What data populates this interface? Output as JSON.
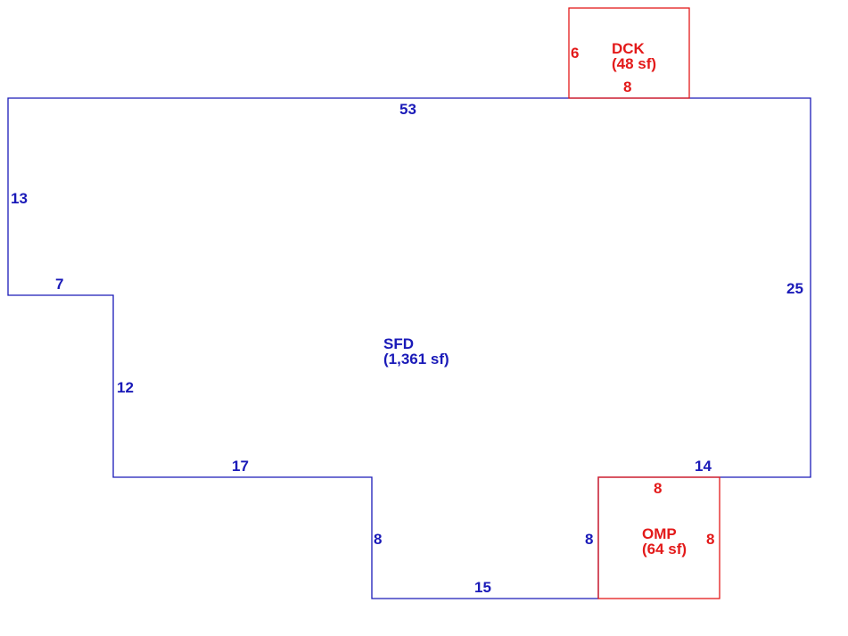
{
  "colors": {
    "main_outline": "#1a1ab8",
    "addition_outline": "#e31a1a",
    "background": "#ffffff"
  },
  "areas": {
    "sfd": {
      "name": "SFD",
      "size": "(1,361 sf)"
    },
    "dck": {
      "name": "DCK",
      "size": "(48 sf)"
    },
    "omp": {
      "name": "OMP",
      "size": "(64 sf)"
    }
  },
  "dimensions": {
    "sfd_top": "53",
    "sfd_left_upper": "13",
    "sfd_step_top": "7",
    "sfd_left_lower": "12",
    "sfd_bottom_left": "17",
    "sfd_notch_left": "8",
    "sfd_bottom_middle": "15",
    "sfd_notch_right": "8",
    "sfd_bottom_right": "14",
    "sfd_right": "25",
    "dck_side": "6",
    "dck_bottom": "8",
    "omp_top": "8",
    "omp_right": "8"
  }
}
